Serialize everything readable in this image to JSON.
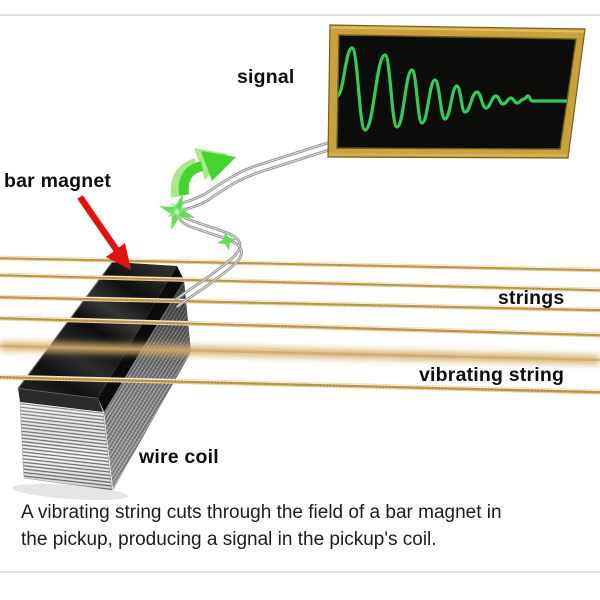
{
  "figure": {
    "labels": {
      "signal": "signal",
      "bar_magnet": "bar magnet",
      "strings": "strings",
      "vibrating_string": "vibrating string",
      "wire_coil": "wire coil"
    },
    "caption_line1": "A vibrating string cuts through the field of a bar magnet in",
    "caption_line2": "the pickup, producing a signal in the pickup's coil."
  },
  "colors": {
    "signal_green": "#32cd58",
    "arrow_green": "#46d42f",
    "arrow_green_light": "#a9e98e",
    "arrow_red": "#e01313",
    "scope_frame_gold": "#c9a23e",
    "scope_screen_black": "#0c0c0a",
    "string_gold": "#d8b26a",
    "wire_gray": "#949494"
  },
  "waveform": {
    "type": "line",
    "description": "damped oscillation on oscilloscope screen, decaying left to right to a flat trace",
    "points": [
      [
        337,
        96
      ],
      [
        352,
        48
      ],
      [
        365,
        130
      ],
      [
        385,
        55
      ],
      [
        397,
        127
      ],
      [
        412,
        70
      ],
      [
        422,
        123
      ],
      [
        435,
        80
      ],
      [
        445,
        119
      ],
      [
        457,
        86
      ],
      [
        465,
        112
      ],
      [
        477,
        92
      ],
      [
        486,
        108
      ],
      [
        496,
        96
      ],
      [
        503,
        104
      ],
      [
        511,
        98
      ],
      [
        517,
        103
      ],
      [
        524,
        99
      ],
      [
        528,
        96
      ],
      [
        532,
        101
      ],
      [
        572,
        101
      ]
    ]
  }
}
